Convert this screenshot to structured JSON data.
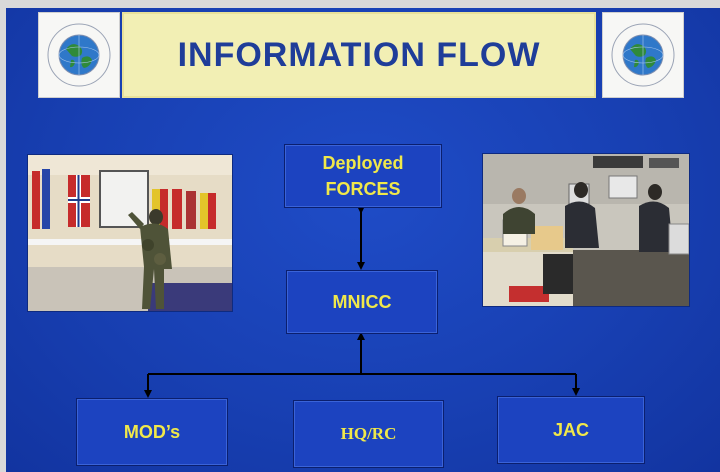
{
  "slide": {
    "title": "INFORMATION FLOW",
    "colors": {
      "background": "#1840b3",
      "title_bar": "#f2efb4",
      "title_text": "#1f3d99",
      "node_text": "#f0e84a",
      "connector": "#000000"
    }
  },
  "logos": [
    {
      "icon": "globe-emblem-icon",
      "alt": "organization emblem"
    },
    {
      "icon": "globe-emblem-icon",
      "alt": "organization emblem"
    }
  ],
  "photos": [
    {
      "subject": "soldier at wall map with flags"
    },
    {
      "subject": "operations room with personnel at computers"
    }
  ],
  "nodes": {
    "deployed_line1": "Deployed",
    "deployed_line2": "FORCES",
    "mnicc": "MNICC",
    "mods": "MOD’s",
    "hqrc": "HQ/RC",
    "jac": "JAC"
  }
}
